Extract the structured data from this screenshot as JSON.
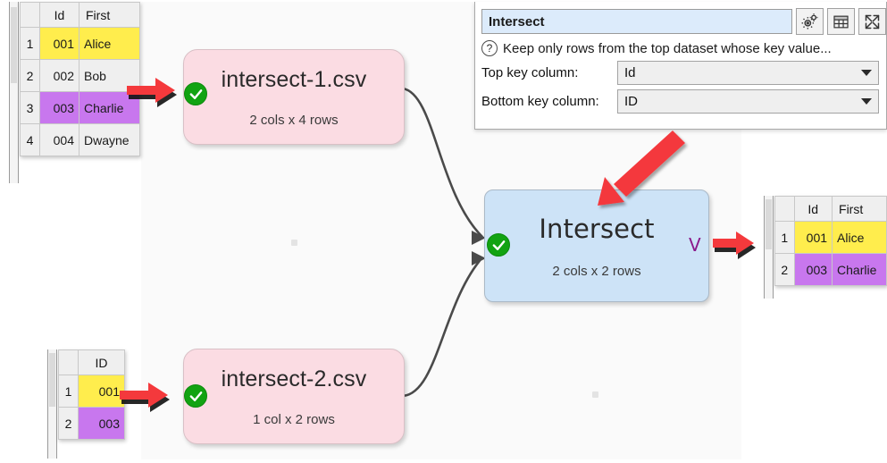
{
  "panel": {
    "name_value": "Intersect",
    "help_text": "Keep only rows from the top dataset whose key value...",
    "help_icon": "question-mark-icon",
    "buttons": [
      {
        "name": "gears-icon",
        "label": ""
      },
      {
        "name": "table-icon",
        "label": ""
      },
      {
        "name": "expand-icon",
        "label": ""
      }
    ],
    "fields": [
      {
        "label": "Top key column:",
        "value": "Id"
      },
      {
        "label": "Bottom key column:",
        "value": "ID"
      }
    ]
  },
  "nodes": [
    {
      "id": "intersect-1",
      "title": "intersect-1.csv",
      "subtitle": "2 cols x 4 rows",
      "status": "ok",
      "type": "input"
    },
    {
      "id": "intersect-2",
      "title": "intersect-2.csv",
      "subtitle": "1 col x 2 rows",
      "status": "ok",
      "type": "input"
    },
    {
      "id": "intersect-op",
      "title": "Intersect",
      "subtitle": "2 cols x 2 rows",
      "status": "ok",
      "type": "operation",
      "marker": "V"
    }
  ],
  "tables": {
    "top_left": {
      "headers": [
        "",
        "Id",
        "First"
      ],
      "rows": [
        {
          "n": "1",
          "id": "001",
          "first": "Alice",
          "fill": "yellow"
        },
        {
          "n": "2",
          "id": "002",
          "first": "Bob",
          "fill": "plain"
        },
        {
          "n": "3",
          "id": "003",
          "first": "Charlie",
          "fill": "purple"
        },
        {
          "n": "4",
          "id": "004",
          "first": "Dwayne",
          "fill": "plain"
        }
      ]
    },
    "bottom_left": {
      "headers": [
        "",
        "ID"
      ],
      "rows": [
        {
          "n": "1",
          "id": "001",
          "fill": "yellow"
        },
        {
          "n": "2",
          "id": "003",
          "fill": "purple"
        }
      ]
    },
    "right_output": {
      "headers": [
        "",
        "Id",
        "First"
      ],
      "rows": [
        {
          "n": "1",
          "id": "001",
          "first": "Alice",
          "fill": "yellow"
        },
        {
          "n": "2",
          "id": "003",
          "first": "Charlie",
          "fill": "purple"
        }
      ]
    }
  },
  "colors": {
    "input_node": "#fbdce3",
    "operation_node": "#cde3f7",
    "status_ok": "#12a312",
    "annotation_arrow": "#f4393c",
    "highlight_yellow": "#ffed4d",
    "highlight_purple": "#c877ee",
    "name_field": "#dcebfb"
  },
  "annotations": [
    {
      "name": "arrow-to-intersect-1",
      "direction": "right"
    },
    {
      "name": "arrow-to-intersect-2",
      "direction": "right"
    },
    {
      "name": "arrow-to-output-table",
      "direction": "right"
    },
    {
      "name": "arrow-to-intersect-node",
      "direction": "down-left"
    }
  ]
}
